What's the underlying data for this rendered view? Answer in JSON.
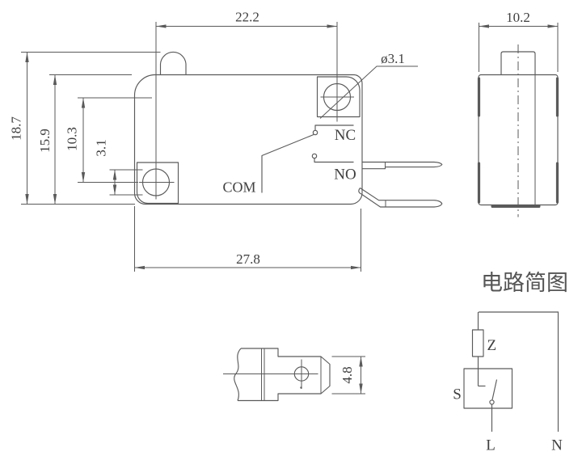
{
  "colors": {
    "line": "#5a5a5a",
    "text": "#404040",
    "background": "#ffffff"
  },
  "front_view": {
    "hole_spacing_h": "22.2",
    "total_height": "18.7",
    "body_height": "15.9",
    "hole_spacing_v": "10.3",
    "mount_hole_dim": "3.1",
    "hole_dia_label": "ø3.1",
    "body_width": "27.8",
    "nc_label": "NC",
    "no_label": "NO",
    "com_label": "COM"
  },
  "side_view": {
    "width": "10.2"
  },
  "terminal_view": {
    "blade_width": "4.8"
  },
  "circuit": {
    "title": "电路简图",
    "impedance_label": "Z",
    "switch_label": "S",
    "line_label": "L",
    "neutral_label": "N"
  }
}
